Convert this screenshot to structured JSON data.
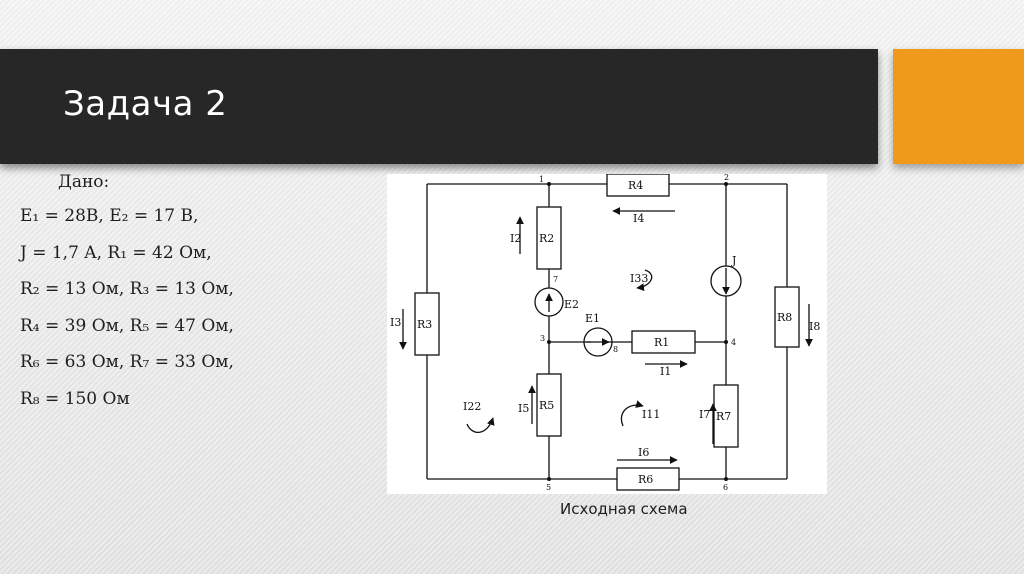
{
  "slide": {
    "title": "Задача 2",
    "caption": "Исходная схема"
  },
  "given": {
    "heading": "Дано:",
    "lines": [
      "E₁ = 28B, E₂ = 17 B,",
      "J = 1,7 A, R₁ = 42 Ом,",
      "R₂ = 13 Ом, R₃ = 13 Ом,",
      "R₄ = 39 Ом, R₅ = 47 Ом,",
      "R₆ = 63 Ом, R₇ = 33 Ом,",
      "R₈ = 150 Ом"
    ]
  },
  "circuit": {
    "resistors": {
      "r1": "R1",
      "r2": "R2",
      "r3": "R3",
      "r4": "R4",
      "r5": "R5",
      "r6": "R6",
      "r7": "R7",
      "r8": "R8"
    },
    "sources": {
      "e1": "E1",
      "e2": "E2",
      "j": "J"
    },
    "currents": {
      "i1": "I1",
      "i2": "I2",
      "i3": "I3",
      "i4": "I4",
      "i5": "I5",
      "i6": "I6",
      "i7": "I7",
      "i8": "I8"
    },
    "loops": {
      "l11": "I11",
      "l22": "I22",
      "l33": "I33"
    },
    "nodes": {
      "n1": "1",
      "n2": "2",
      "n3": "3",
      "n4": "4",
      "n5": "5",
      "n6": "6",
      "n7": "7",
      "n8": "8"
    }
  },
  "colors": {
    "title_bar": "#272727",
    "accent": "#ef9a1a",
    "wire": "#111111"
  }
}
